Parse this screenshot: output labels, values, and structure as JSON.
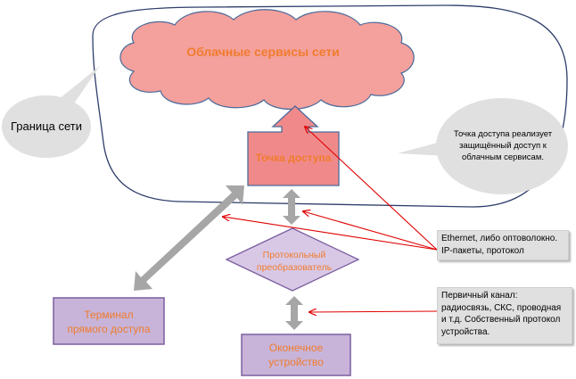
{
  "diagram": {
    "cloud_title": "Облачные сервисы сети",
    "boundary_label": "Граница сети",
    "access_point": "Точка доступа",
    "access_point_note": [
      "Точка доступа реализует",
      "защищённый доступ к",
      "облачным сервисам."
    ],
    "protocol_converter": [
      "Протокольный",
      "преобразователь"
    ],
    "direct_terminal": [
      "Терминал",
      "прямого доступа"
    ],
    "end_device": [
      "Оконечное",
      "устройство"
    ],
    "ethernet_note": [
      "Ethernet, либо оптоволокно.",
      "IP-пакеты, протокол"
    ],
    "channel_note": [
      "Первичный канал:",
      "радиосвязь, СКС, проводная",
      "и т.д. Собственный протокол",
      "устройства."
    ]
  },
  "colors": {
    "cloud_fill": "#f4a09c",
    "access_point_fill": "#f08a8a",
    "node_fill": "#c8b4d8",
    "node_border": "#7b5fa0",
    "label_orange": "#f07c2e",
    "arrow_gray": "#a6a6a6",
    "pointer_red": "#e00000",
    "callout_gray": "#dedede"
  }
}
